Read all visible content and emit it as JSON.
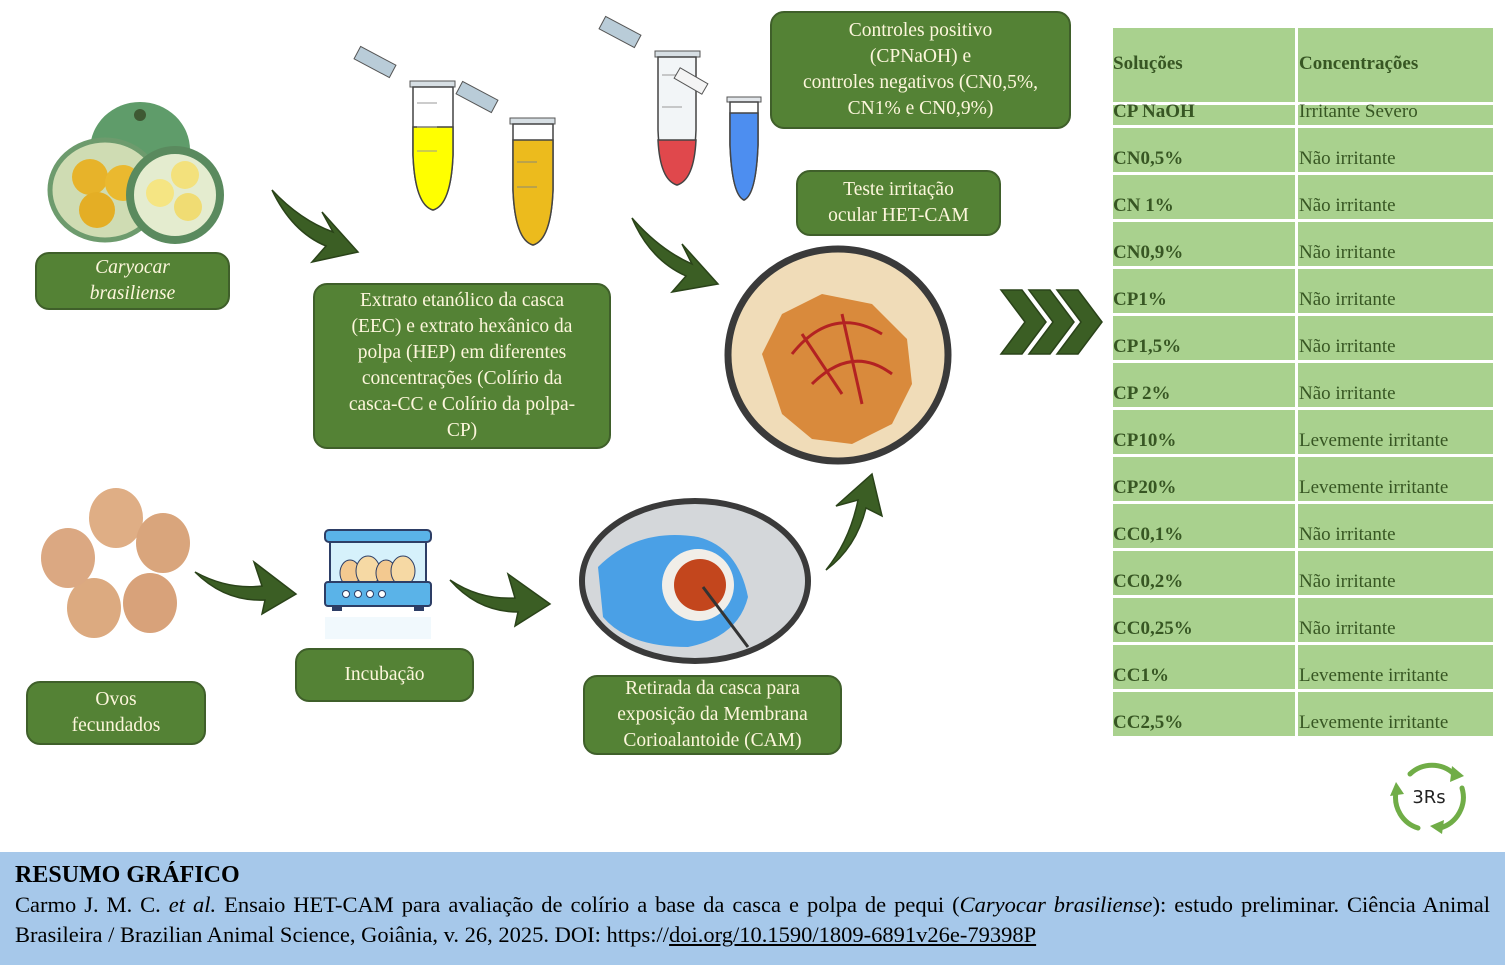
{
  "boxes": {
    "caryocar": {
      "line1": "Caryocar",
      "line2": "brasiliense"
    },
    "extrato": {
      "lines": [
        "Extrato etanólico da casca",
        "(EEC) e extrato hexânico da",
        "polpa (HEP) em diferentes",
        "concentrações (Colírio da",
        "casca-CC e Colírio da polpa-",
        "CP)"
      ]
    },
    "controles": {
      "lines": [
        "Controles positivo",
        "(CPNaOH) e",
        "controles negativos (CN0,5%,",
        "CN1% e CN0,9%)"
      ]
    },
    "teste": {
      "lines": [
        "Teste irritação",
        "ocular HET-CAM"
      ]
    },
    "ovos": {
      "lines": [
        "Ovos",
        "fecundados"
      ]
    },
    "incubacao": {
      "lines": [
        "Incubação"
      ]
    },
    "retirada": {
      "lines": [
        "Retirada da casca para",
        "exposição da Membrana",
        "Corioalantoide (CAM)"
      ]
    }
  },
  "table": {
    "headers": [
      "Soluções",
      "Concentrações"
    ],
    "rows": [
      [
        "CP NaOH",
        "Irritante Severo"
      ],
      [
        "CN0,5%",
        "Não irritante"
      ],
      [
        "CN 1%",
        "Não irritante"
      ],
      [
        "CN0,9%",
        "Não irritante"
      ],
      [
        "CP1%",
        "Não irritante"
      ],
      [
        "CP1,5%",
        "Não irritante"
      ],
      [
        "CP 2%",
        "Não irritante"
      ],
      [
        "CP10%",
        "Levemente irritante"
      ],
      [
        "CP20%",
        "Levemente irritante"
      ],
      [
        "CC0,1%",
        "Não irritante"
      ],
      [
        "CC0,2%",
        "Não irritante"
      ],
      [
        "CC0,25%",
        "Não irritante"
      ],
      [
        "CC1%",
        "Levemente irritante"
      ],
      [
        "CC2,5%",
        "Levemente irritante"
      ]
    ]
  },
  "badge_3rs": "3Rs",
  "footer": {
    "title": "RESUMO GRÁFICO",
    "authors": "Carmo J. M. C. ",
    "etal": "et al.",
    "text1": " Ensaio HET-CAM para avaliação de colírio a base da casca e polpa de pequi (",
    "species": "Caryocar brasiliense",
    "text2": "): estudo preliminar. Ciência Animal Brasileira / Brazilian Animal Science, Goiânia, v. 26, 2025. DOI: https://",
    "doi_link": "doi.org/10.1590/1809-6891v26e-79398P"
  },
  "colors": {
    "box_green": "#548235",
    "arrow_green": "#3b5e24",
    "table_green": "#a9d18e",
    "table_text": "#375623",
    "footer_blue": "#a6c8ea"
  }
}
